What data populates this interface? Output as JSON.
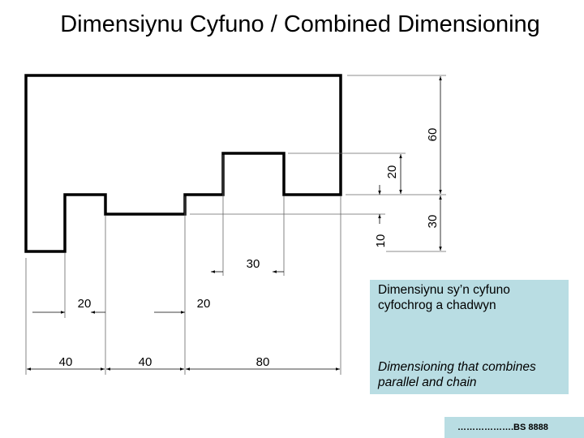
{
  "slide": {
    "title": "Dimensiynu Cyfuno / Combined Dimensioning"
  },
  "drawing": {
    "dimensions": {
      "horizontal": [
        "40",
        "40",
        "80",
        "20",
        "20",
        "30"
      ],
      "vertical": [
        "60",
        "20",
        "30",
        "10"
      ]
    }
  },
  "note": {
    "welsh": "Dimensiynu sy’n cyfuno cyfochrog a chadwyn",
    "english": "Dimensioning that combines parallel and chain"
  },
  "footer": {
    "reference": "……………….BS 8888"
  },
  "colors": {
    "note_background": "#b9dde3",
    "drawing_lines": "#000000",
    "extension_lines": "#666666"
  }
}
